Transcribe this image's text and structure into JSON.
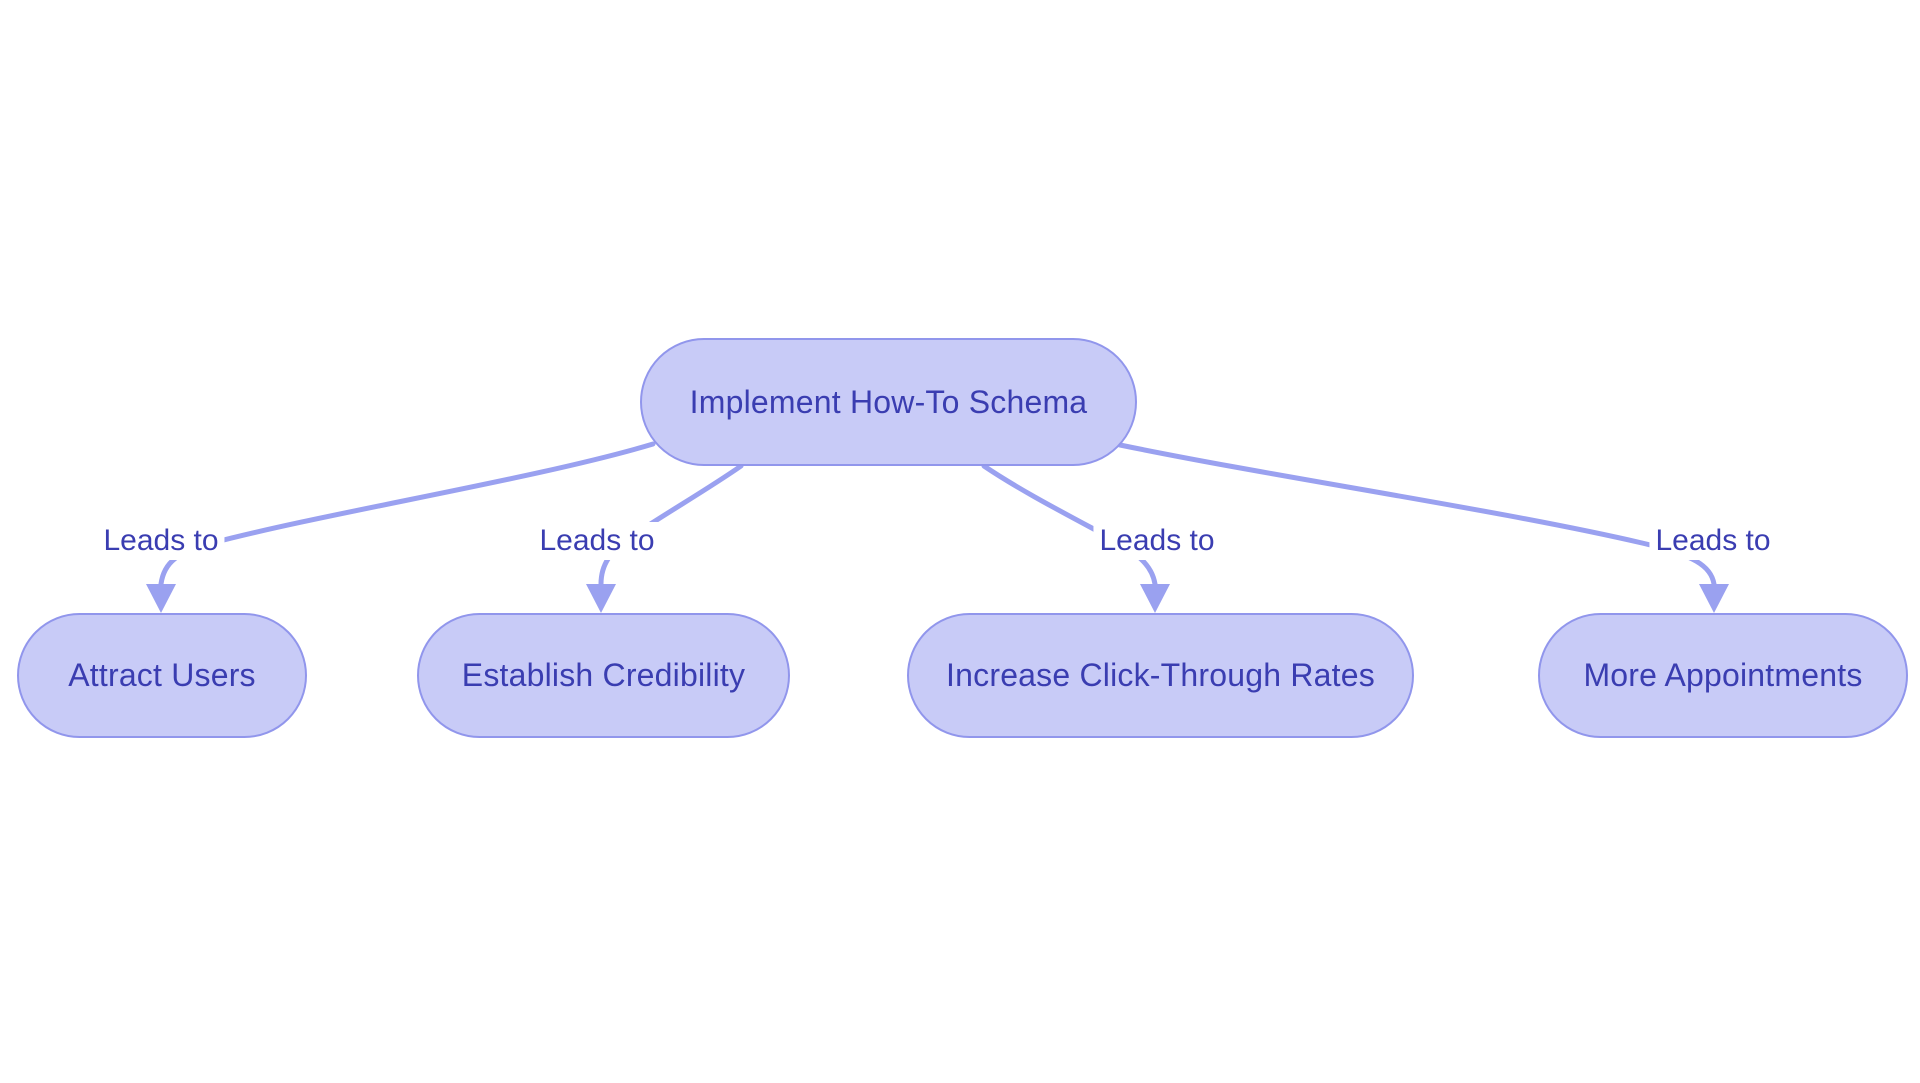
{
  "diagram": {
    "type": "flowchart",
    "root": {
      "label": "Implement How-To Schema"
    },
    "children": [
      {
        "label": "Attract Users"
      },
      {
        "label": "Establish Credibility"
      },
      {
        "label": "Increase Click-Through Rates"
      },
      {
        "label": "More Appointments"
      }
    ],
    "edges": [
      {
        "from": "Implement How-To Schema",
        "to": "Attract Users",
        "label": "Leads to"
      },
      {
        "from": "Implement How-To Schema",
        "to": "Establish Credibility",
        "label": "Leads to"
      },
      {
        "from": "Implement How-To Schema",
        "to": "Increase Click-Through Rates",
        "label": "Leads to"
      },
      {
        "from": "Implement How-To Schema",
        "to": "More Appointments",
        "label": "Leads to"
      }
    ],
    "colors": {
      "node_fill": "#c8cbf7",
      "node_border": "#9196ec",
      "text": "#3a3db1",
      "edge": "#9aa1f0",
      "background": "#ffffff"
    }
  }
}
